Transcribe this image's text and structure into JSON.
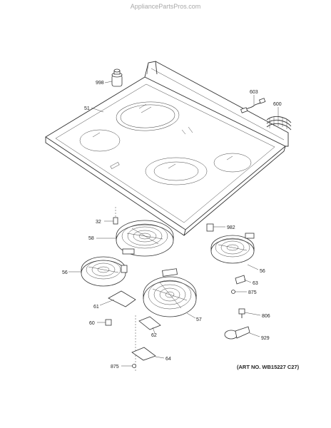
{
  "watermark": "AppliancePartsPros.com",
  "art_number": "(ART NO. WB15227 C27)",
  "parts": [
    {
      "id": "p998",
      "label": "998"
    },
    {
      "id": "p603",
      "label": "603"
    },
    {
      "id": "p600",
      "label": "600"
    },
    {
      "id": "p51",
      "label": "51"
    },
    {
      "id": "p32",
      "label": "32"
    },
    {
      "id": "p58",
      "label": "58"
    },
    {
      "id": "p982",
      "label": "982"
    },
    {
      "id": "p56a",
      "label": "56"
    },
    {
      "id": "p56b",
      "label": "56"
    },
    {
      "id": "p63",
      "label": "63"
    },
    {
      "id": "p875a",
      "label": "875"
    },
    {
      "id": "p61",
      "label": "61"
    },
    {
      "id": "p57",
      "label": "57"
    },
    {
      "id": "p806",
      "label": "806"
    },
    {
      "id": "p60",
      "label": "60"
    },
    {
      "id": "p62",
      "label": "62"
    },
    {
      "id": "p929",
      "label": "929"
    },
    {
      "id": "p64",
      "label": "64"
    },
    {
      "id": "p875b",
      "label": "875"
    }
  ]
}
